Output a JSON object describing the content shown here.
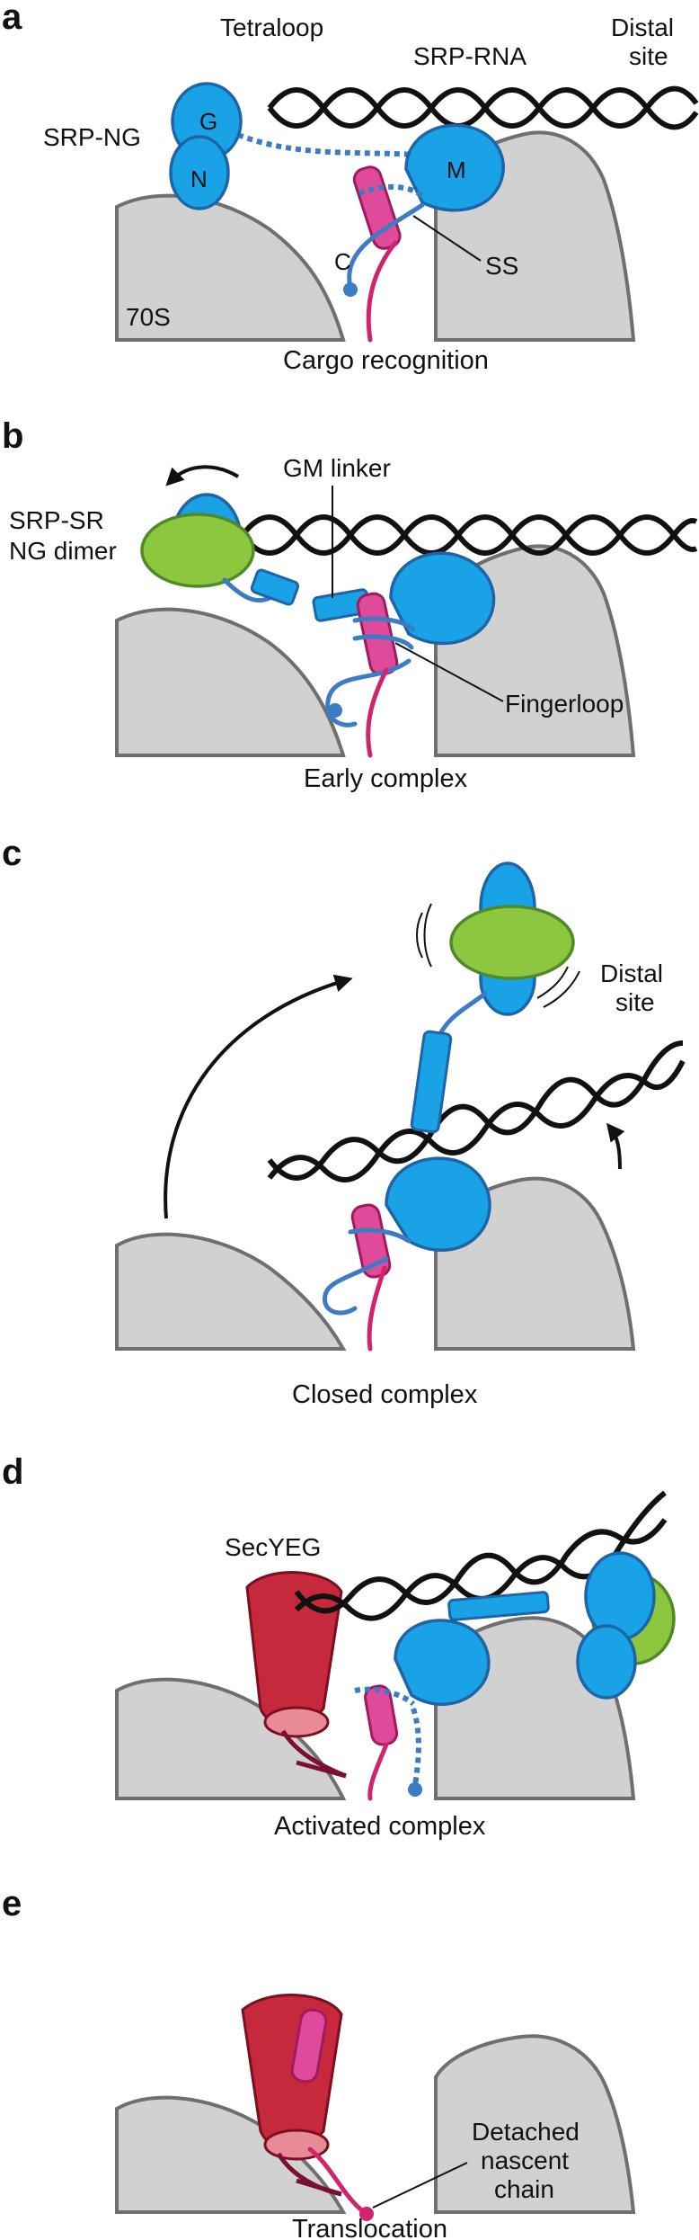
{
  "panels": [
    {
      "letter": "a",
      "caption": "Cargo recognition",
      "labels": {
        "tetraloop": "Tetraloop",
        "srp_rna": "SRP-RNA",
        "distal_site_1": "Distal",
        "distal_site_2": "site",
        "srp_ng": "SRP-NG",
        "g_domain": "G",
        "n_domain": "N",
        "m_domain": "M",
        "c_terminus": "C",
        "signal_sequence": "SS",
        "ribosome": "70S"
      }
    },
    {
      "letter": "b",
      "caption": "Early complex",
      "labels": {
        "dimer_1": "SRP-SR",
        "dimer_2": "NG dimer",
        "gm_linker": "GM linker",
        "fingerloop": "Fingerloop"
      }
    },
    {
      "letter": "c",
      "caption": "Closed complex",
      "labels": {
        "distal_site_1": "Distal",
        "distal_site_2": "site"
      }
    },
    {
      "letter": "d",
      "caption": "Activated complex",
      "labels": {
        "secyeg": "SecYEG"
      }
    },
    {
      "letter": "e",
      "caption": "Translocation",
      "labels": {
        "detached_1": "Detached",
        "detached_2": "nascent",
        "detached_3": "chain"
      }
    }
  ],
  "colors": {
    "srp_blue": "#1aa2e6",
    "sr_green": "#8dc63f",
    "ribosome_gray": "#d1d1d1",
    "signal_pink": "#e04a9a",
    "nascent_chain": "#d0256e",
    "secyeg_red": "#c6283c",
    "rna_black": "#111111"
  }
}
